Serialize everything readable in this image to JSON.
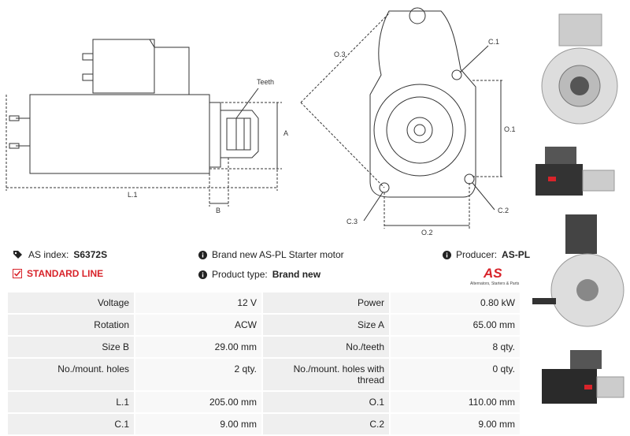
{
  "drawing": {
    "labels": {
      "teeth": "Teeth",
      "a": "A",
      "b": "B",
      "l1": "L.1",
      "o3": "O.3",
      "c1": "C.1",
      "o1": "O.1",
      "c3": "C.3",
      "c2": "C.2",
      "o2": "O.2"
    }
  },
  "info": {
    "as_index_label": "AS index:",
    "as_index_value": "S6372S",
    "brand_text": "Brand new AS-PL Starter motor",
    "producer_label": "Producer:",
    "producer_value": "AS-PL",
    "standard_line": "STANDARD LINE",
    "product_type_label": "Product type:",
    "product_type_value": "Brand new",
    "logo_text": "AS",
    "logo_tagline": "Alternators, Starters & Parts"
  },
  "specs": [
    {
      "l1": "Voltage",
      "v1": "12 V",
      "l2": "Power",
      "v2": "0.80 kW"
    },
    {
      "l1": "Rotation",
      "v1": "ACW",
      "l2": "Size A",
      "v2": "65.00 mm"
    },
    {
      "l1": "Size B",
      "v1": "29.00 mm",
      "l2": "No./teeth",
      "v2": "8 qty."
    },
    {
      "l1": "No./mount. holes",
      "v1": "2 qty.",
      "l2": "No./mount. holes with thread",
      "v2": "0 qty."
    },
    {
      "l1": "L.1",
      "v1": "205.00 mm",
      "l2": "O.1",
      "v2": "110.00 mm"
    },
    {
      "l1": "C.1",
      "v1": "9.00 mm",
      "l2": "C.2",
      "v2": "9.00 mm"
    }
  ],
  "colors": {
    "accent_red": "#d8232a",
    "cell_label": "#efefef",
    "cell_value": "#f8f8f8"
  }
}
